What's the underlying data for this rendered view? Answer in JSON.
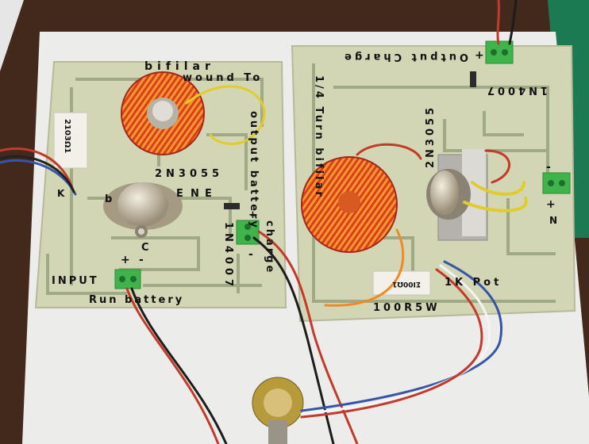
{
  "photo": {
    "left_board": {
      "labels": {
        "bifilar": "bifilar",
        "wound_to": "wound To",
        "output_battery": "output battery",
        "charge": "charge",
        "transistor": "2N3055",
        "b": "b",
        "e": "E",
        "n": "N",
        "e2": "E",
        "c": "C",
        "plus": "+",
        "minus": "-",
        "input": "INPUT",
        "run_battery": "Run battery",
        "diode": "1N4007",
        "plus2": "+",
        "minus2": "-",
        "resistor_vertical": "2103Ω1",
        "k": "K"
      }
    },
    "right_board": {
      "labels": {
        "output_charge": "Output Charge",
        "diode": "1N4007",
        "transistor": "2N3055",
        "winding": "1/4 Turn bifilar",
        "minus": "-",
        "plus": "+",
        "plus_top": "+",
        "n": "N",
        "pot": "1K Pot",
        "resistor": "100R5W",
        "resistor_code": "ΣΙ00Ω1"
      }
    },
    "colors": {
      "table": "#3a2418",
      "paper": "#ececea",
      "board": "#d3d6b4",
      "trace": "#8e9a76",
      "coil_red": "#d93a1f",
      "coil_orange": "#f08a22",
      "terminal_green": "#3fb44a",
      "cutting_mat": "#1c7a52"
    }
  }
}
